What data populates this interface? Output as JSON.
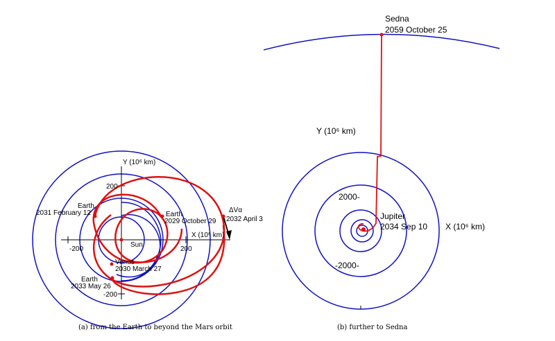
{
  "panel_a": {
    "caption": "(a) from the Earth to beyond the Mars orbit",
    "y_axis_label": "Y (10⁶ km)",
    "x_axis_label": "X (10⁶ km)",
    "tick_y_pos": "200",
    "tick_y_neg": "-200",
    "tick_x_neg": "-200",
    "tick_x_pos": "200",
    "sun_label": "Sun",
    "events": [
      {
        "body": "Earth",
        "date": "2031 February 12"
      },
      {
        "body": "Earth",
        "date": "2029 October 29"
      },
      {
        "body": "ΔVα",
        "date": "2032 April 3"
      },
      {
        "body": "Venus",
        "date": "2030 March 27"
      },
      {
        "body": "Earth",
        "date": "2033 May 26"
      }
    ]
  },
  "panel_b": {
    "caption": "(b) further to Sedna",
    "y_axis_label": "Y (10⁶ km)",
    "x_axis_label": "X (10⁶ km)",
    "tick_pos": "2000-",
    "tick_neg": "-2000-",
    "sedna": {
      "body": "Sedna",
      "date": "2059 October 25"
    },
    "jupiter": {
      "body": "Jupiter",
      "date": "2034 Sep 10"
    }
  },
  "colors": {
    "orbit": "#1010c8",
    "trajectory": "#e01010",
    "axis": "#000000"
  }
}
